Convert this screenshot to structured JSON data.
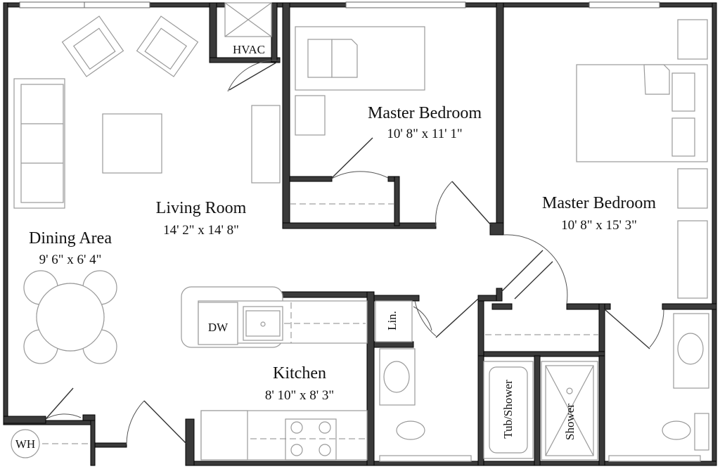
{
  "rooms": {
    "living": {
      "name": "Living Room",
      "dims": "14' 2\" x 14' 8\""
    },
    "dining": {
      "name": "Dining Area",
      "dims": "9' 6\" x 6' 4\""
    },
    "bedroom1": {
      "name": "Master Bedroom",
      "dims": "10' 8\" x 11' 1\""
    },
    "bedroom2": {
      "name": "Master Bedroom",
      "dims": "10' 8\" x 15' 3\""
    },
    "kitchen": {
      "name": "Kitchen",
      "dims": "8' 10\" x 8' 3\""
    }
  },
  "fixtures": {
    "hvac": "HVAC",
    "dw": "DW",
    "linen": "Lin.",
    "wh": "WH",
    "tub": "Tub/Shower",
    "shower": "Shower"
  }
}
